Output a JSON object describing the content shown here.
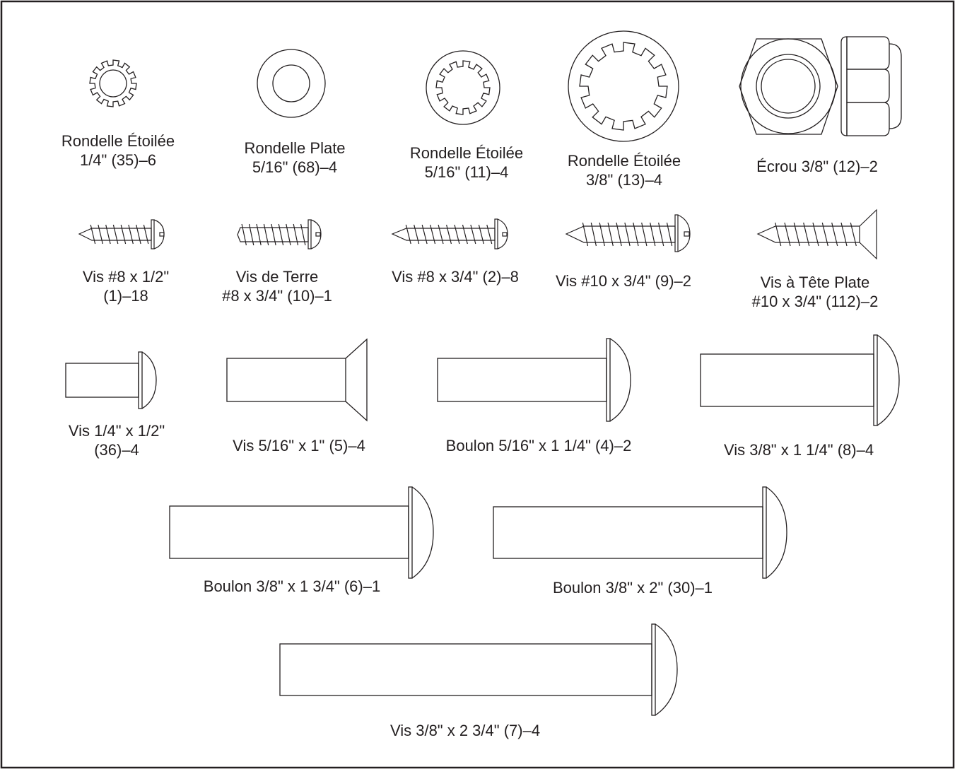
{
  "parts": [
    {
      "line1": "Rondelle Étoilée",
      "line2": "1/4\" (35)–6"
    },
    {
      "line1": "Rondelle Plate",
      "line2": "5/16\" (68)–4"
    },
    {
      "line1": "Rondelle Étoilée",
      "line2": "5/16\" (11)–4"
    },
    {
      "line1": "Rondelle Étoilée",
      "line2": "3/8\" (13)–4"
    },
    {
      "line1": "Écrou 3/8\" (12)–2"
    },
    {
      "line1": "Vis #8 x 1/2\"",
      "line2": "(1)–18"
    },
    {
      "line1": "Vis de Terre",
      "line2": "#8 x 3/4\" (10)–1"
    },
    {
      "line1": "Vis #8 x 3/4\" (2)–8"
    },
    {
      "line1": "Vis #10 x 3/4\" (9)–2"
    },
    {
      "line1": "Vis à Tête Plate",
      "line2": "#10 x 3/4\" (112)–2"
    },
    {
      "line1": "Vis 1/4\" x 1/2\"",
      "line2": "(36)–4"
    },
    {
      "line1": "Vis 5/16\" x 1\" (5)–4"
    },
    {
      "line1": "Boulon 5/16\" x 1 1/4\" (4)–2"
    },
    {
      "line1": "Vis 3/8\" x 1 1/4\" (8)–4"
    },
    {
      "line1": "Boulon 3/8\" x 1 3/4\" (6)–1"
    },
    {
      "line1": "Boulon 3/8\" x 2\" (30)–1"
    },
    {
      "line1": "Vis 3/8\" x 2 3/4\" (7)–4"
    }
  ]
}
